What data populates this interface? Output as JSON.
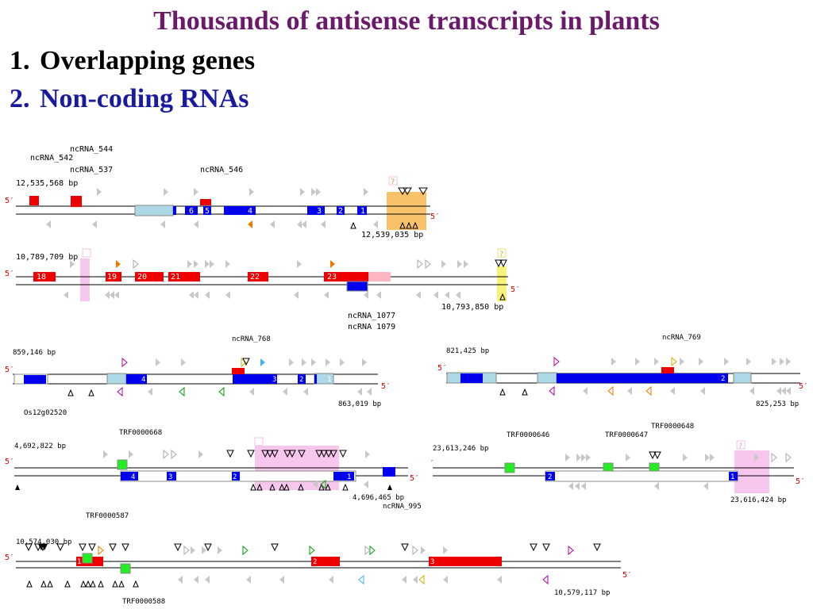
{
  "title": "Thousands of antisense transcripts in plants",
  "points": [
    {
      "num": "1.",
      "text": "Overlapping genes"
    },
    {
      "num": "2.",
      "text": "Non-coding RNAs"
    }
  ],
  "colors": {
    "title": "#6b1a6b",
    "point2": "#1a1aa0",
    "exon_blue": "#0000ee",
    "utr_lightblue": "#add8e6",
    "exon_red": "#ee0000",
    "utr_pink": "#ffb6c1",
    "trf_green": "#22ee22",
    "highlight_orange": "#f7c26a",
    "highlight_yellow": "#f7f27a",
    "highlight_pink": "#f7c6ec"
  },
  "tracks": [
    {
      "strand_label": "5′",
      "coord_start": "12,535,568 bp",
      "coord_end": "12,539,035 bp",
      "end_label": "5′",
      "labels": [
        "ncRNA_544",
        "ncRNA_542",
        "ncRNA_537",
        "ncRNA_546"
      ],
      "exon_numbers": [
        "6",
        "5",
        "4",
        "3",
        "2",
        "1"
      ]
    },
    {
      "strand_label": "5′",
      "coord_start": "10,789,709 bp",
      "coord_end": "10,793,850 bp",
      "end_label": "5′",
      "labels": [
        "ncRNA_1077",
        "ncRNA 1079"
      ],
      "exon_numbers": [
        "18",
        "19",
        "20",
        "21",
        "22",
        "23"
      ]
    },
    {
      "strand_label": "5′",
      "coord_start": "859,146 bp",
      "coord_end": "863,019 bp",
      "end_label": "5′",
      "labels": [
        "ncRNA_768",
        "Os12g02520"
      ],
      "exon_numbers": [
        "4",
        "3",
        "2",
        "1"
      ]
    },
    {
      "strand_label": "5′",
      "coord_start": "821,425 bp",
      "coord_end": "825,253 bp",
      "end_label": "5′",
      "labels": [
        "ncRNA_769"
      ],
      "exon_numbers": [
        "2"
      ]
    },
    {
      "strand_label": "5′",
      "coord_start": "4,692,822 bp",
      "coord_end": "4,696,465 bp",
      "end_label": "5′",
      "labels": [
        "TRF0000668",
        "ncRNA_995"
      ],
      "exon_numbers": [
        "4",
        "3",
        "2",
        "1"
      ]
    },
    {
      "strand_label": "′",
      "coord_start": "23,613,246 bp",
      "coord_end": "23,616,424 bp",
      "end_label": "5′",
      "labels": [
        "TRF0000646",
        "TRF0000647",
        "TRF0000648"
      ],
      "exon_numbers": [
        "2",
        "1"
      ]
    },
    {
      "strand_label": "5′",
      "coord_start": "10,574,030 bp",
      "coord_end": "10,579,117 bp",
      "end_label": "5′",
      "labels": [
        "TRF0000587",
        "TRF0000588"
      ],
      "exon_numbers": [
        "1",
        "2",
        "3"
      ]
    }
  ],
  "question_mark": "?"
}
